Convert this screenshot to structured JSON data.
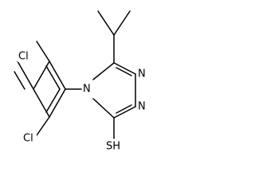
{
  "molecule": {
    "atom_labels": {
      "cl_top": "Cl",
      "cl_bottom": "Cl",
      "n_ring": "N",
      "n_right_top": "N",
      "n_right_bottom": "N",
      "sh": "SH"
    },
    "colors": {
      "bond": "#000000",
      "text": "#000000",
      "background": "#ffffff"
    }
  }
}
